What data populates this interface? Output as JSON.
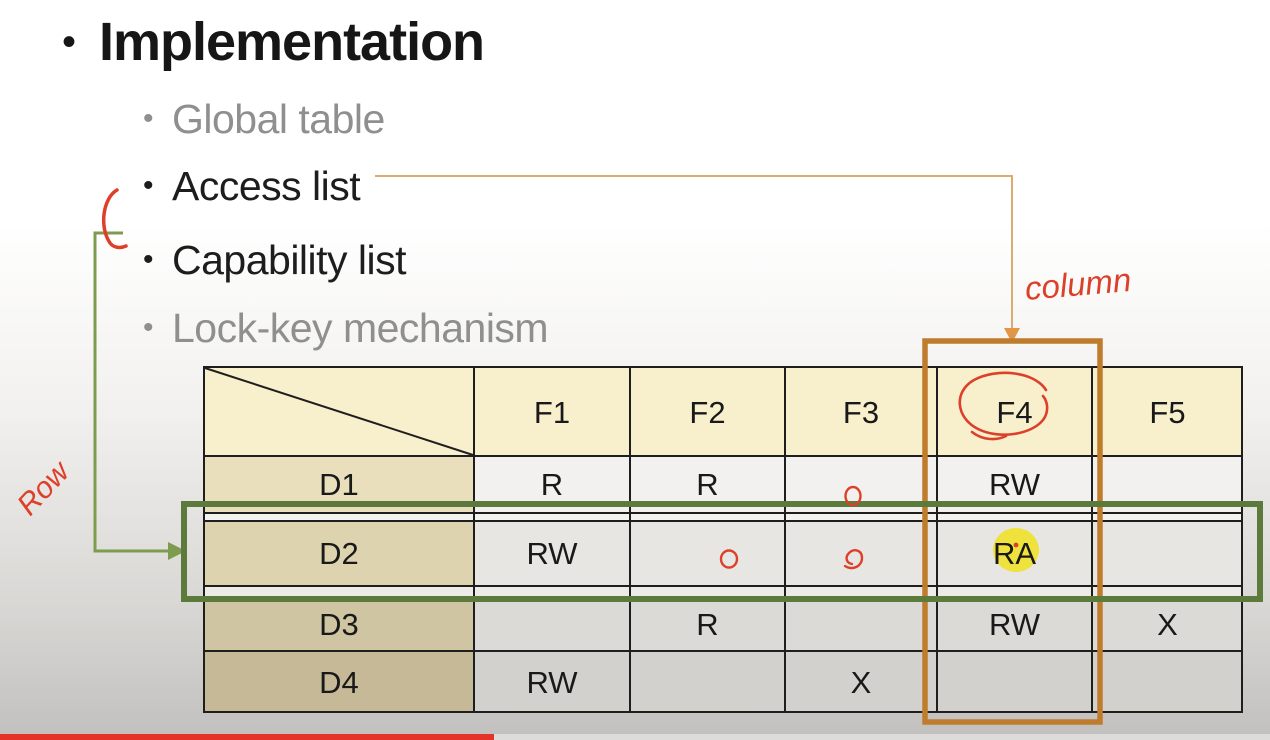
{
  "slide": {
    "heading": "Implementation",
    "bullets": [
      {
        "label": "Global table"
      },
      {
        "label": "Access list"
      },
      {
        "label": "Capability list"
      },
      {
        "label": "Lock-key mechanism"
      }
    ]
  },
  "access_matrix": {
    "columns": [
      "F1",
      "F2",
      "F3",
      "F4",
      "F5"
    ],
    "rows": [
      {
        "label": "D1",
        "values": [
          "R",
          "R",
          "",
          "RW",
          ""
        ]
      },
      {
        "label": "D2",
        "values": [
          "RW",
          "",
          "",
          "RA",
          ""
        ]
      },
      {
        "label": "D3",
        "values": [
          "",
          "R",
          "",
          "RW",
          "X"
        ]
      },
      {
        "label": "D4",
        "values": [
          "RW",
          "",
          "X",
          "",
          ""
        ]
      }
    ]
  },
  "annotations": {
    "column_note": "column",
    "row_note": "Row",
    "colors": {
      "red_ink": "#dd4029",
      "green_box": "#5c7a3b",
      "green_arrow": "#7e9c50",
      "orange_box": "#bf7c2c",
      "orange_line": "#dcab72",
      "yellow_highlight": "#efe233"
    }
  },
  "player": {
    "progress_color": "#e63329",
    "track_color": "#dedcda"
  }
}
